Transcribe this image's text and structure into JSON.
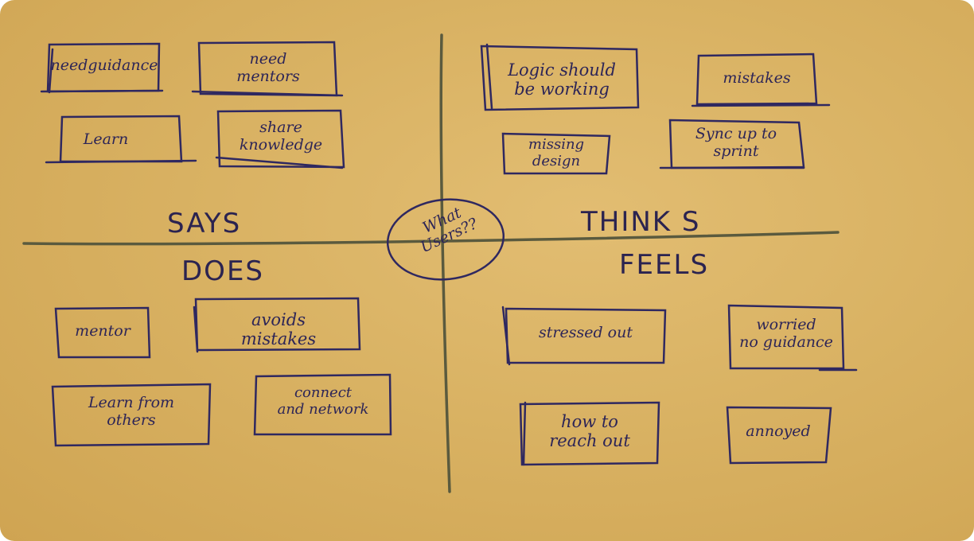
{
  "center_question": "What\nUsers??",
  "quadrants": {
    "says": {
      "title": "SAYS"
    },
    "thinks": {
      "title": "THINK S"
    },
    "does": {
      "title": "DOES"
    },
    "feels": {
      "title": "FEELS"
    }
  },
  "notes": {
    "says_need_guidance": "needguidance",
    "says_need_mentors": "need\nmentors",
    "says_learn": "Learn",
    "says_share_knowledge": "share\nknowledge",
    "thinks_logic": "Logic should\nbe working",
    "thinks_mistakes": "mistakes",
    "thinks_missing_design": "missing\ndesign",
    "thinks_sync_up": "Sync up to\nsprint",
    "does_mentor": "mentor",
    "does_avoids_mistakes": "avoids\nmistakes",
    "does_learn_from_others": "Learn from\nothers",
    "does_connect_network": "connect\nand network",
    "feels_stressed_out": "stressed out",
    "feels_worried": "worried\nno guidance",
    "feels_how_to_reach": "how to\nreach out",
    "feels_annoyed": "annoyed"
  },
  "colors": {
    "paper": "#d9b263",
    "ink": "#2d2557",
    "divider": "#5c5a40"
  }
}
